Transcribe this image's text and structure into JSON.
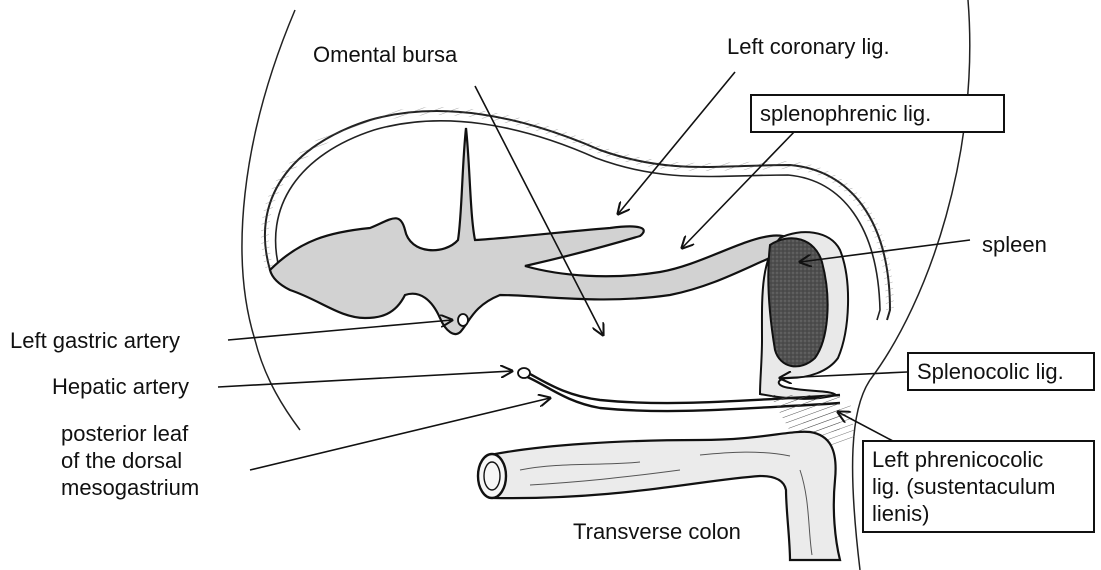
{
  "labels": {
    "omental_bursa": "Omental bursa",
    "left_coronary": "Left coronary lig.",
    "splenophrenic": "splenophrenic lig.",
    "spleen": "spleen",
    "left_gastric": "Left gastric artery",
    "hepatic": "Hepatic artery",
    "posterior_leaf": [
      "posterior leaf",
      "of the dorsal",
      "mesogastrium"
    ],
    "splenocolic": "Splenocolic lig.",
    "phrenicocolic": [
      "Left phrenicocolic",
      "lig. (sustentaculum",
      "lienis)"
    ],
    "transverse_colon": "Transverse colon"
  },
  "colors": {
    "ink": "#111111",
    "tissue": "#d4d4d4",
    "spleen": "#5a5a5a",
    "colon": "#ececec"
  }
}
